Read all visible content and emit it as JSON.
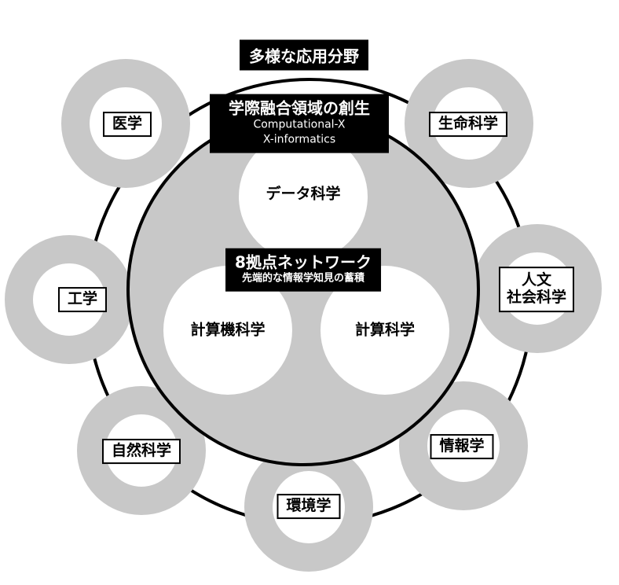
{
  "outer_label": "多様な応用分野",
  "inner_title": {
    "main": "学際融合領域の創生",
    "sub1": "Computational-X",
    "sub2": "X-informatics"
  },
  "network": {
    "main": "8拠点ネットワーク",
    "sub": "先端的な情報学知見の蓄積"
  },
  "core": {
    "data_science": "データ科学",
    "computer_science": "計算機科学",
    "computational_science": "計算科学"
  },
  "fields": {
    "medicine": "医学",
    "life_science": "生命科学",
    "humanities_line1": "人文",
    "humanities_line2": "社会科学",
    "informatics": "情報学",
    "environment": "環境学",
    "natural_science": "自然科学",
    "engineering": "工学"
  },
  "colors": {
    "ring_gray": "#c8c8c8",
    "line": "#000000",
    "background": "#ffffff"
  }
}
